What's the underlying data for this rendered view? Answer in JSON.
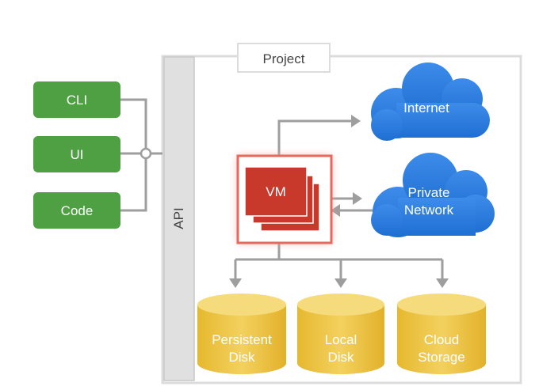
{
  "project": {
    "label": "Project"
  },
  "api": {
    "label": "API"
  },
  "clients": [
    {
      "label": "CLI"
    },
    {
      "label": "UI"
    },
    {
      "label": "Code"
    }
  ],
  "vm": {
    "label": "VM"
  },
  "clouds": [
    {
      "label_lines": [
        "Internet"
      ]
    },
    {
      "label_lines": [
        "Private",
        "Network"
      ]
    }
  ],
  "storage": [
    {
      "label_lines": [
        "Persistent",
        "Disk"
      ]
    },
    {
      "label_lines": [
        "Local",
        "Disk"
      ]
    },
    {
      "label_lines": [
        "Cloud",
        "Storage"
      ]
    }
  ],
  "colors": {
    "client_green": "#4ea043",
    "vm_red": "#c8382b",
    "cloud_blue": "#2b7de0",
    "disk_yellow": "#f0c84a",
    "connector_gray": "#9e9e9e"
  }
}
